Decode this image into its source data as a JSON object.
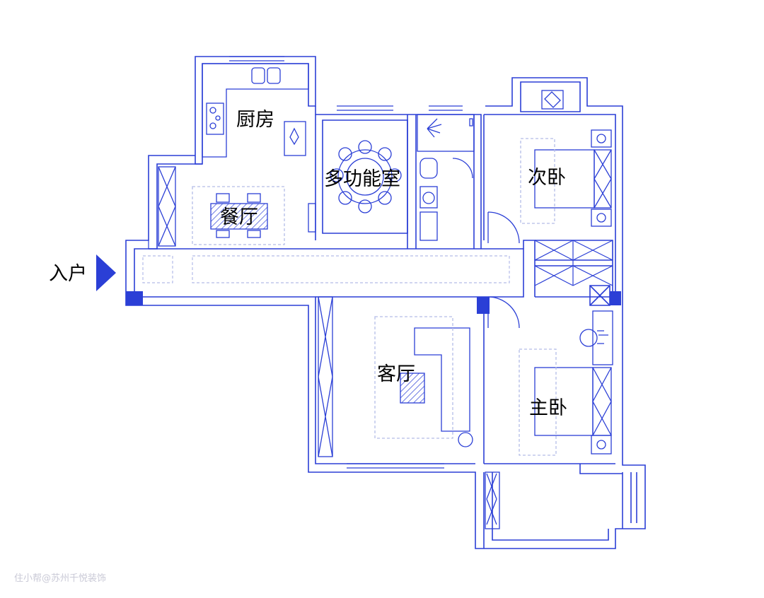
{
  "floorplan": {
    "rooms": {
      "kitchen": "厨房",
      "multipurpose": "多功能室",
      "second_bedroom": "次卧",
      "dining": "餐厅",
      "living": "客厅",
      "master_bedroom": "主卧"
    },
    "entrance": "入户",
    "watermark": "住小帮@苏州千悦装饰"
  },
  "colors": {
    "line": "#2b3fd6",
    "fill": "#2b3fd6",
    "dashed": "#b4bce8",
    "text": "#000000",
    "background": "#ffffff"
  }
}
